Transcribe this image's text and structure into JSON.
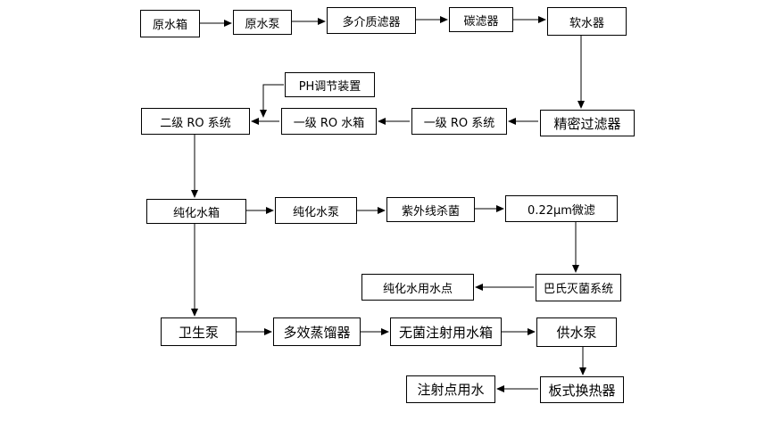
{
  "nodes": {
    "raw_tank": "原水箱",
    "raw_pump": "原水泵",
    "multi_media_filter": "多介质滤器",
    "carbon_filter": "碳滤器",
    "softener": "软水器",
    "ph_adjust": "PH调节装置",
    "secondary_ro": "二级 RO 系统",
    "primary_ro_tank": "一级 RO 水箱",
    "primary_ro": "一级 RO 系统",
    "precision_filter": "精密过滤器",
    "purified_tank": "纯化水箱",
    "purified_pump": "纯化水泵",
    "uv_sterilizer": "紫外线杀菌",
    "micro_filter": "0.22μm微滤",
    "purified_use_point": "纯化水用水点",
    "pasteur_system": "巴氏灭菌系统",
    "sanitary_pump": "卫生泵",
    "multi_effect_still": "多效蒸馏器",
    "wfi_tank": "无菌注射用水箱",
    "supply_pump": "供水泵",
    "wfi_use_point": "注射点用水",
    "plate_exchanger": "板式换热器"
  }
}
